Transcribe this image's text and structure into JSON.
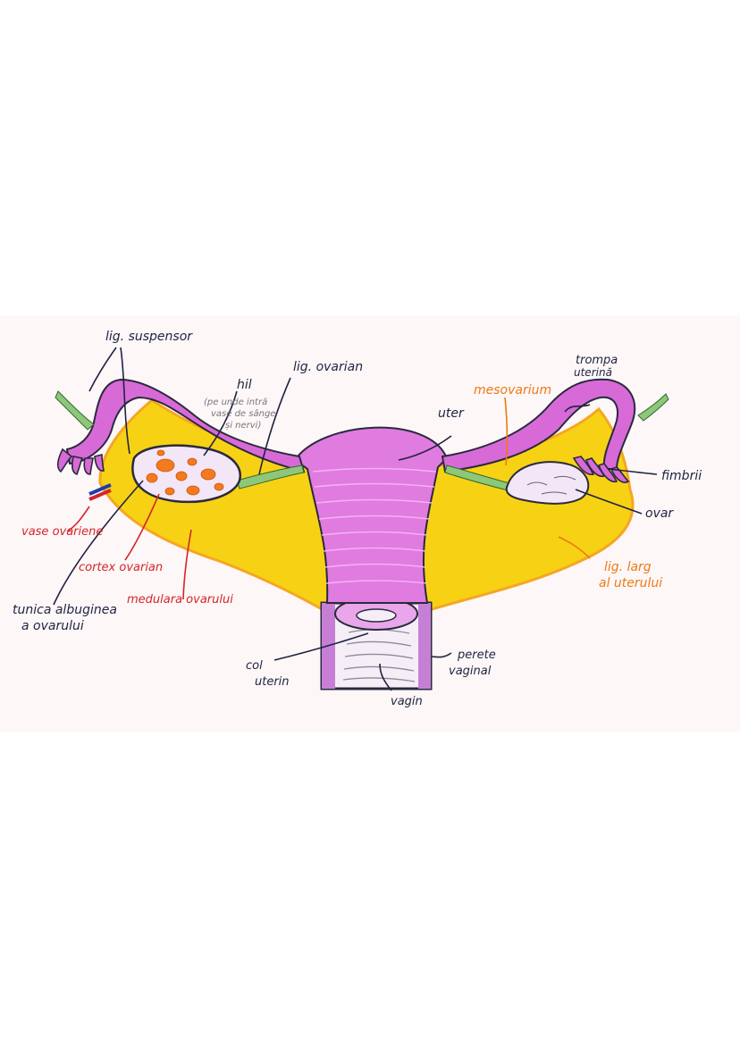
{
  "labels": {
    "lig_suspensor": "lig. suspensor",
    "lig_ovarian": "lig. ovarian",
    "hil": "hil",
    "hil_note_1": "(pe unde intră",
    "hil_note_2": "vase de sânge",
    "hil_note_3": "și nervi)",
    "mesovarium": "mesovarium",
    "trompa_1": "trompa",
    "trompa_2": "uterină",
    "uter": "uter",
    "fimbrii": "fimbrii",
    "ovar": "ovar",
    "vase_ovariene": "vase ovariene",
    "cortex_ovarian": "cortex ovarian",
    "lig_larg_1": "lig. larg",
    "lig_larg_2": "al uterului",
    "tunica_1": "tunica albuginea",
    "tunica_2": "a ovarului",
    "medulara": "medulara ovarului",
    "col_1": "col",
    "col_2": "uterin",
    "perete_1": "perete",
    "perete_2": "vaginal",
    "vagin": "vagin"
  },
  "colors": {
    "ligament_yellow": "#f7d214",
    "ligament_orange": "#f5a623",
    "uterus_pink": "#e07be0",
    "uterus_light": "#eaa6ea",
    "tube_magenta": "#d86ad8",
    "ovary_lavender": "#f3e6f6",
    "follicle_orange": "#f47a1f",
    "ligament_green": "#8fc77a",
    "ink_dark": "#1f2340",
    "ink_red": "#d3262a",
    "ink_orange": "#ee7a12"
  }
}
